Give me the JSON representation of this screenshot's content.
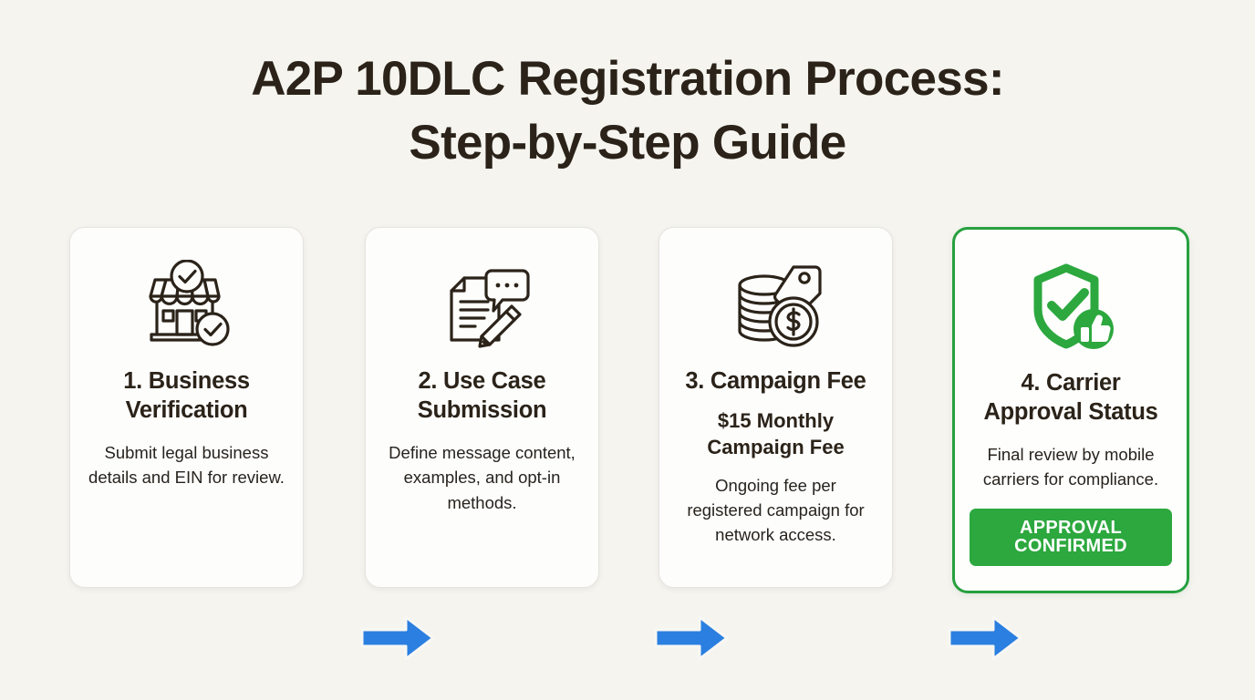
{
  "page": {
    "background_color": "#f5f4ef",
    "text_color": "#2b2319",
    "accent_blue": "#2b7fe0",
    "accent_green": "#2ca83e"
  },
  "title": {
    "line1": "A2P 10DLC Registration Process:",
    "line2": "Step-by-Step Guide"
  },
  "steps": [
    {
      "icon": "storefront-verified-icon",
      "title": "1. Business Verification",
      "highlight": "",
      "body": "Submit legal business details and EIN for review.",
      "badge": "",
      "highlighted": false
    },
    {
      "icon": "document-pencil-chat-icon",
      "title": "2. Use Case Submission",
      "highlight": "",
      "body": "Define message content, examples, and opt-in methods.",
      "badge": "",
      "highlighted": false
    },
    {
      "icon": "coins-price-tag-icon",
      "title": "3. Campaign Fee",
      "highlight": "$15 Monthly Campaign Fee",
      "body": "Ongoing fee per registered campaign for network access.",
      "badge": "",
      "highlighted": false
    },
    {
      "icon": "shield-check-thumbsup-icon",
      "title": "4. Carrier Approval Status",
      "highlight": "",
      "body": "Final review by mobile carriers for compliance.",
      "badge": "APPROVAL CONFIRMED",
      "highlighted": true
    }
  ],
  "connectors": [
    {
      "name": "arrow-step1-to-step2",
      "direction": "right",
      "color": "#2b7fe0"
    },
    {
      "name": "arrow-step2-to-step3",
      "direction": "right",
      "color": "#2b7fe0"
    },
    {
      "name": "arrow-step3-to-step4",
      "direction": "right",
      "color": "#2b7fe0"
    }
  ]
}
